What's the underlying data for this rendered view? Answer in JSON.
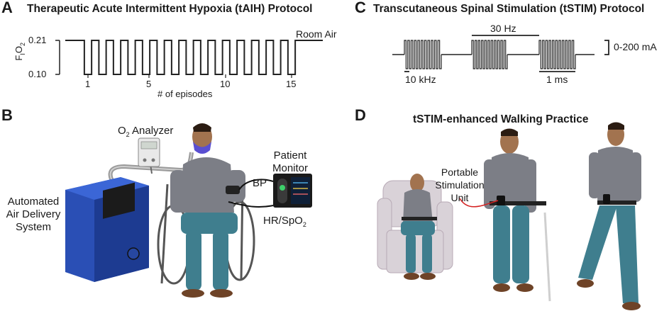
{
  "panel_a": {
    "letter": "A",
    "title": "Therapeutic Acute Intermittent Hypoxia (tAIH) Protocol",
    "y_axis_label_main": "F",
    "y_axis_label_sub1": "I",
    "y_axis_label_o": "O",
    "y_axis_label_sub2": "2",
    "y_ticks": [
      "0.21",
      "0.10"
    ],
    "x_ticks": [
      "1",
      "5",
      "10",
      "15"
    ],
    "x_axis_label": "# of episodes",
    "room_air_label": "Room Air",
    "episodes": 15
  },
  "panel_b": {
    "letter": "B",
    "o2_analyzer_label_pre": "O",
    "o2_analyzer_label_sub": "2",
    "o2_analyzer_label_post": " Analyzer",
    "air_delivery_label": "Automated Air Delivery System",
    "patient_monitor_label": "Patient Monitor",
    "bp_label": "BP",
    "hr_label_pre": "HR/SpO",
    "hr_label_sub": "2"
  },
  "panel_c": {
    "letter": "C",
    "title": "Transcutaneous Spinal Stimulation (tSTIM) Protocol",
    "burst_freq_label": "30 Hz",
    "carrier_freq_label": "10 kHz",
    "burst_duration_label": "1 ms",
    "amplitude_label": "0-200 mA"
  },
  "panel_d": {
    "letter": "D",
    "title": "tSTIM-enhanced Walking Practice",
    "stim_unit_label": "Portable Stimulation Unit"
  },
  "colors": {
    "mask_blue": "#5a4fd1",
    "cabinet_blue": "#2a4fb5",
    "shirt_gray": "#7c7e86",
    "jeans_teal": "#3f7e8e",
    "skin": "#a2734f",
    "lead_red": "#d42020"
  }
}
